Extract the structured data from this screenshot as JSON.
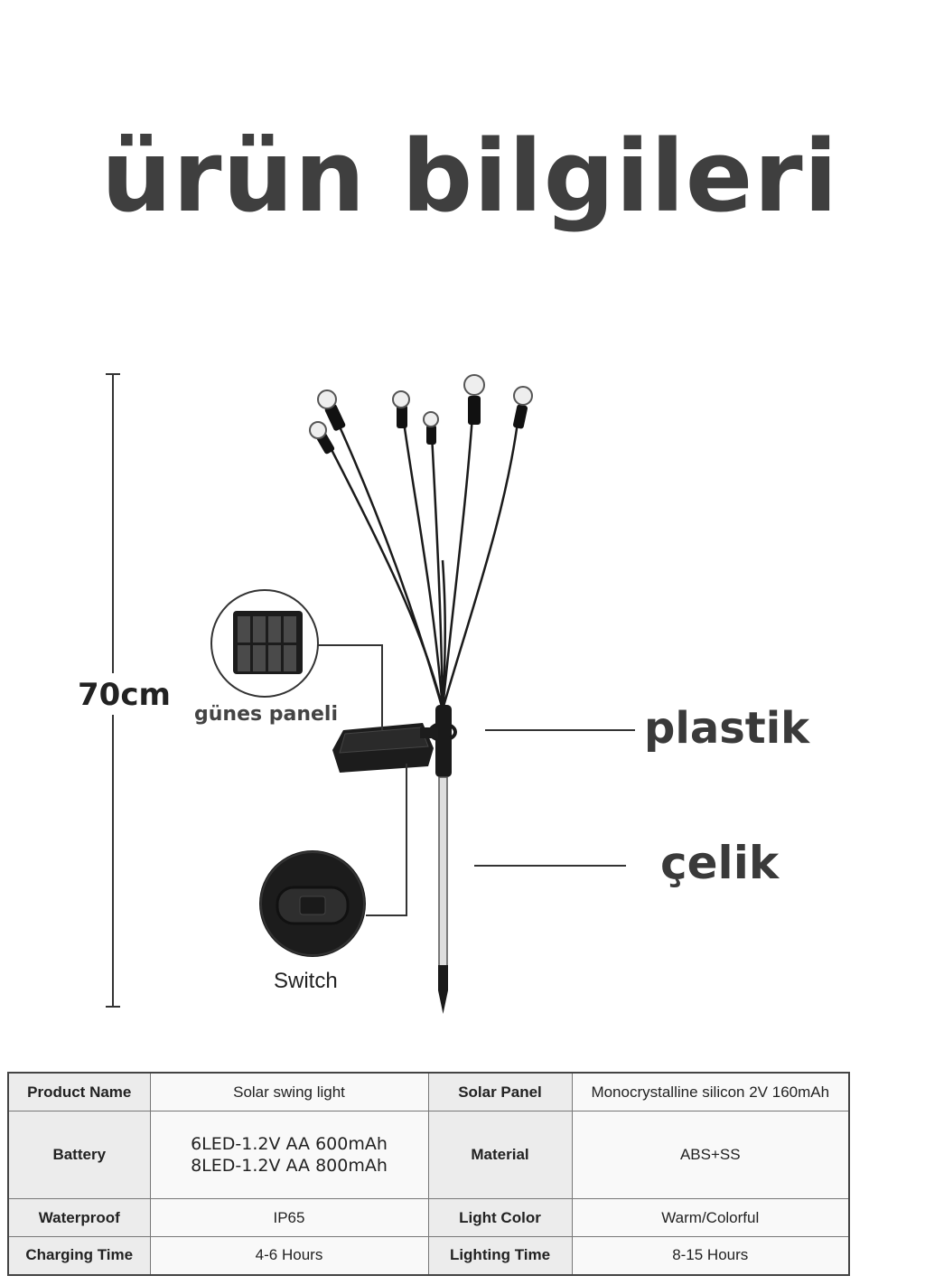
{
  "title": "ürün bilgileri",
  "diagram": {
    "height_label": "70cm",
    "panel_label": "günes paneli",
    "switch_label": "Switch",
    "plastic_label": "plastik",
    "steel_label": "çelik"
  },
  "specs": {
    "rows": [
      {
        "k1": "Product Name",
        "v1": "Solar swing light",
        "k2": "Solar Panel",
        "v2": "Monocrystalline silicon 2V 160mAh"
      },
      {
        "k1": "Battery",
        "v1a": "6LED-1.2V AA 600mAh",
        "v1b": "8LED-1.2V AA 800mAh",
        "k2": "Material",
        "v2": "ABS+SS"
      },
      {
        "k1": "Waterproof",
        "v1": "IP65",
        "k2": "Light Color",
        "v2": "Warm/Colorful"
      },
      {
        "k1": "Charging Time",
        "v1": "4-6 Hours",
        "k2": "Lighting Time",
        "v2": "8-15 Hours"
      }
    ]
  }
}
